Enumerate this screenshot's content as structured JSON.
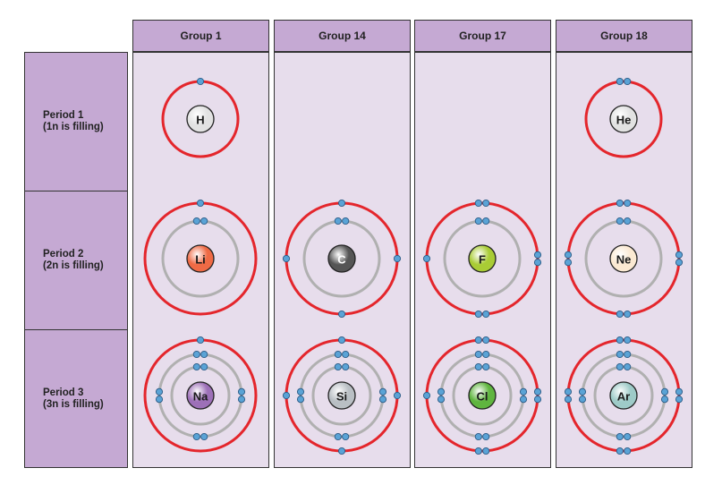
{
  "columns": [
    {
      "label": "Group 1"
    },
    {
      "label": "Group 14"
    },
    {
      "label": "Group 17"
    },
    {
      "label": "Group 18"
    }
  ],
  "rows": [
    {
      "label": "Period 1\n(1n is filling)"
    },
    {
      "label": "Period 2\n(2n is filling)"
    },
    {
      "label": "Period 3\n(3n is filling)"
    }
  ],
  "colors": {
    "header_fill": "#c5a9d3",
    "panel_fill": "#e7ddec",
    "valence_shell": "#e4262c",
    "inner_shell": "#b0b0b0",
    "electron": "#5aa3d6"
  },
  "atoms": [
    {
      "symbol": "H",
      "period": 1,
      "group_index": 0,
      "shell_electrons": [
        1
      ],
      "nucleus_color": "#e2e2e2"
    },
    {
      "symbol": "He",
      "period": 1,
      "group_index": 3,
      "shell_electrons": [
        2
      ],
      "nucleus_color": "#e2e2e2"
    },
    {
      "symbol": "Li",
      "period": 2,
      "group_index": 0,
      "shell_electrons": [
        2,
        1
      ],
      "nucleus_color": "#ef6a45"
    },
    {
      "symbol": "C",
      "period": 2,
      "group_index": 1,
      "shell_electrons": [
        2,
        4
      ],
      "nucleus_color": "#555555"
    },
    {
      "symbol": "F",
      "period": 2,
      "group_index": 2,
      "shell_electrons": [
        2,
        7
      ],
      "nucleus_color": "#a9cc35"
    },
    {
      "symbol": "Ne",
      "period": 2,
      "group_index": 3,
      "shell_electrons": [
        2,
        8
      ],
      "nucleus_color": "#fbe9d2"
    },
    {
      "symbol": "Na",
      "period": 3,
      "group_index": 0,
      "shell_electrons": [
        2,
        8,
        1
      ],
      "nucleus_color": "#9d70b8"
    },
    {
      "symbol": "Si",
      "period": 3,
      "group_index": 1,
      "shell_electrons": [
        2,
        8,
        4
      ],
      "nucleus_color": "#b9bfc4"
    },
    {
      "symbol": "Cl",
      "period": 3,
      "group_index": 2,
      "shell_electrons": [
        2,
        8,
        7
      ],
      "nucleus_color": "#5fb53f"
    },
    {
      "symbol": "Ar",
      "period": 3,
      "group_index": 3,
      "shell_electrons": [
        2,
        8,
        8
      ],
      "nucleus_color": "#9ecbc8"
    }
  ]
}
